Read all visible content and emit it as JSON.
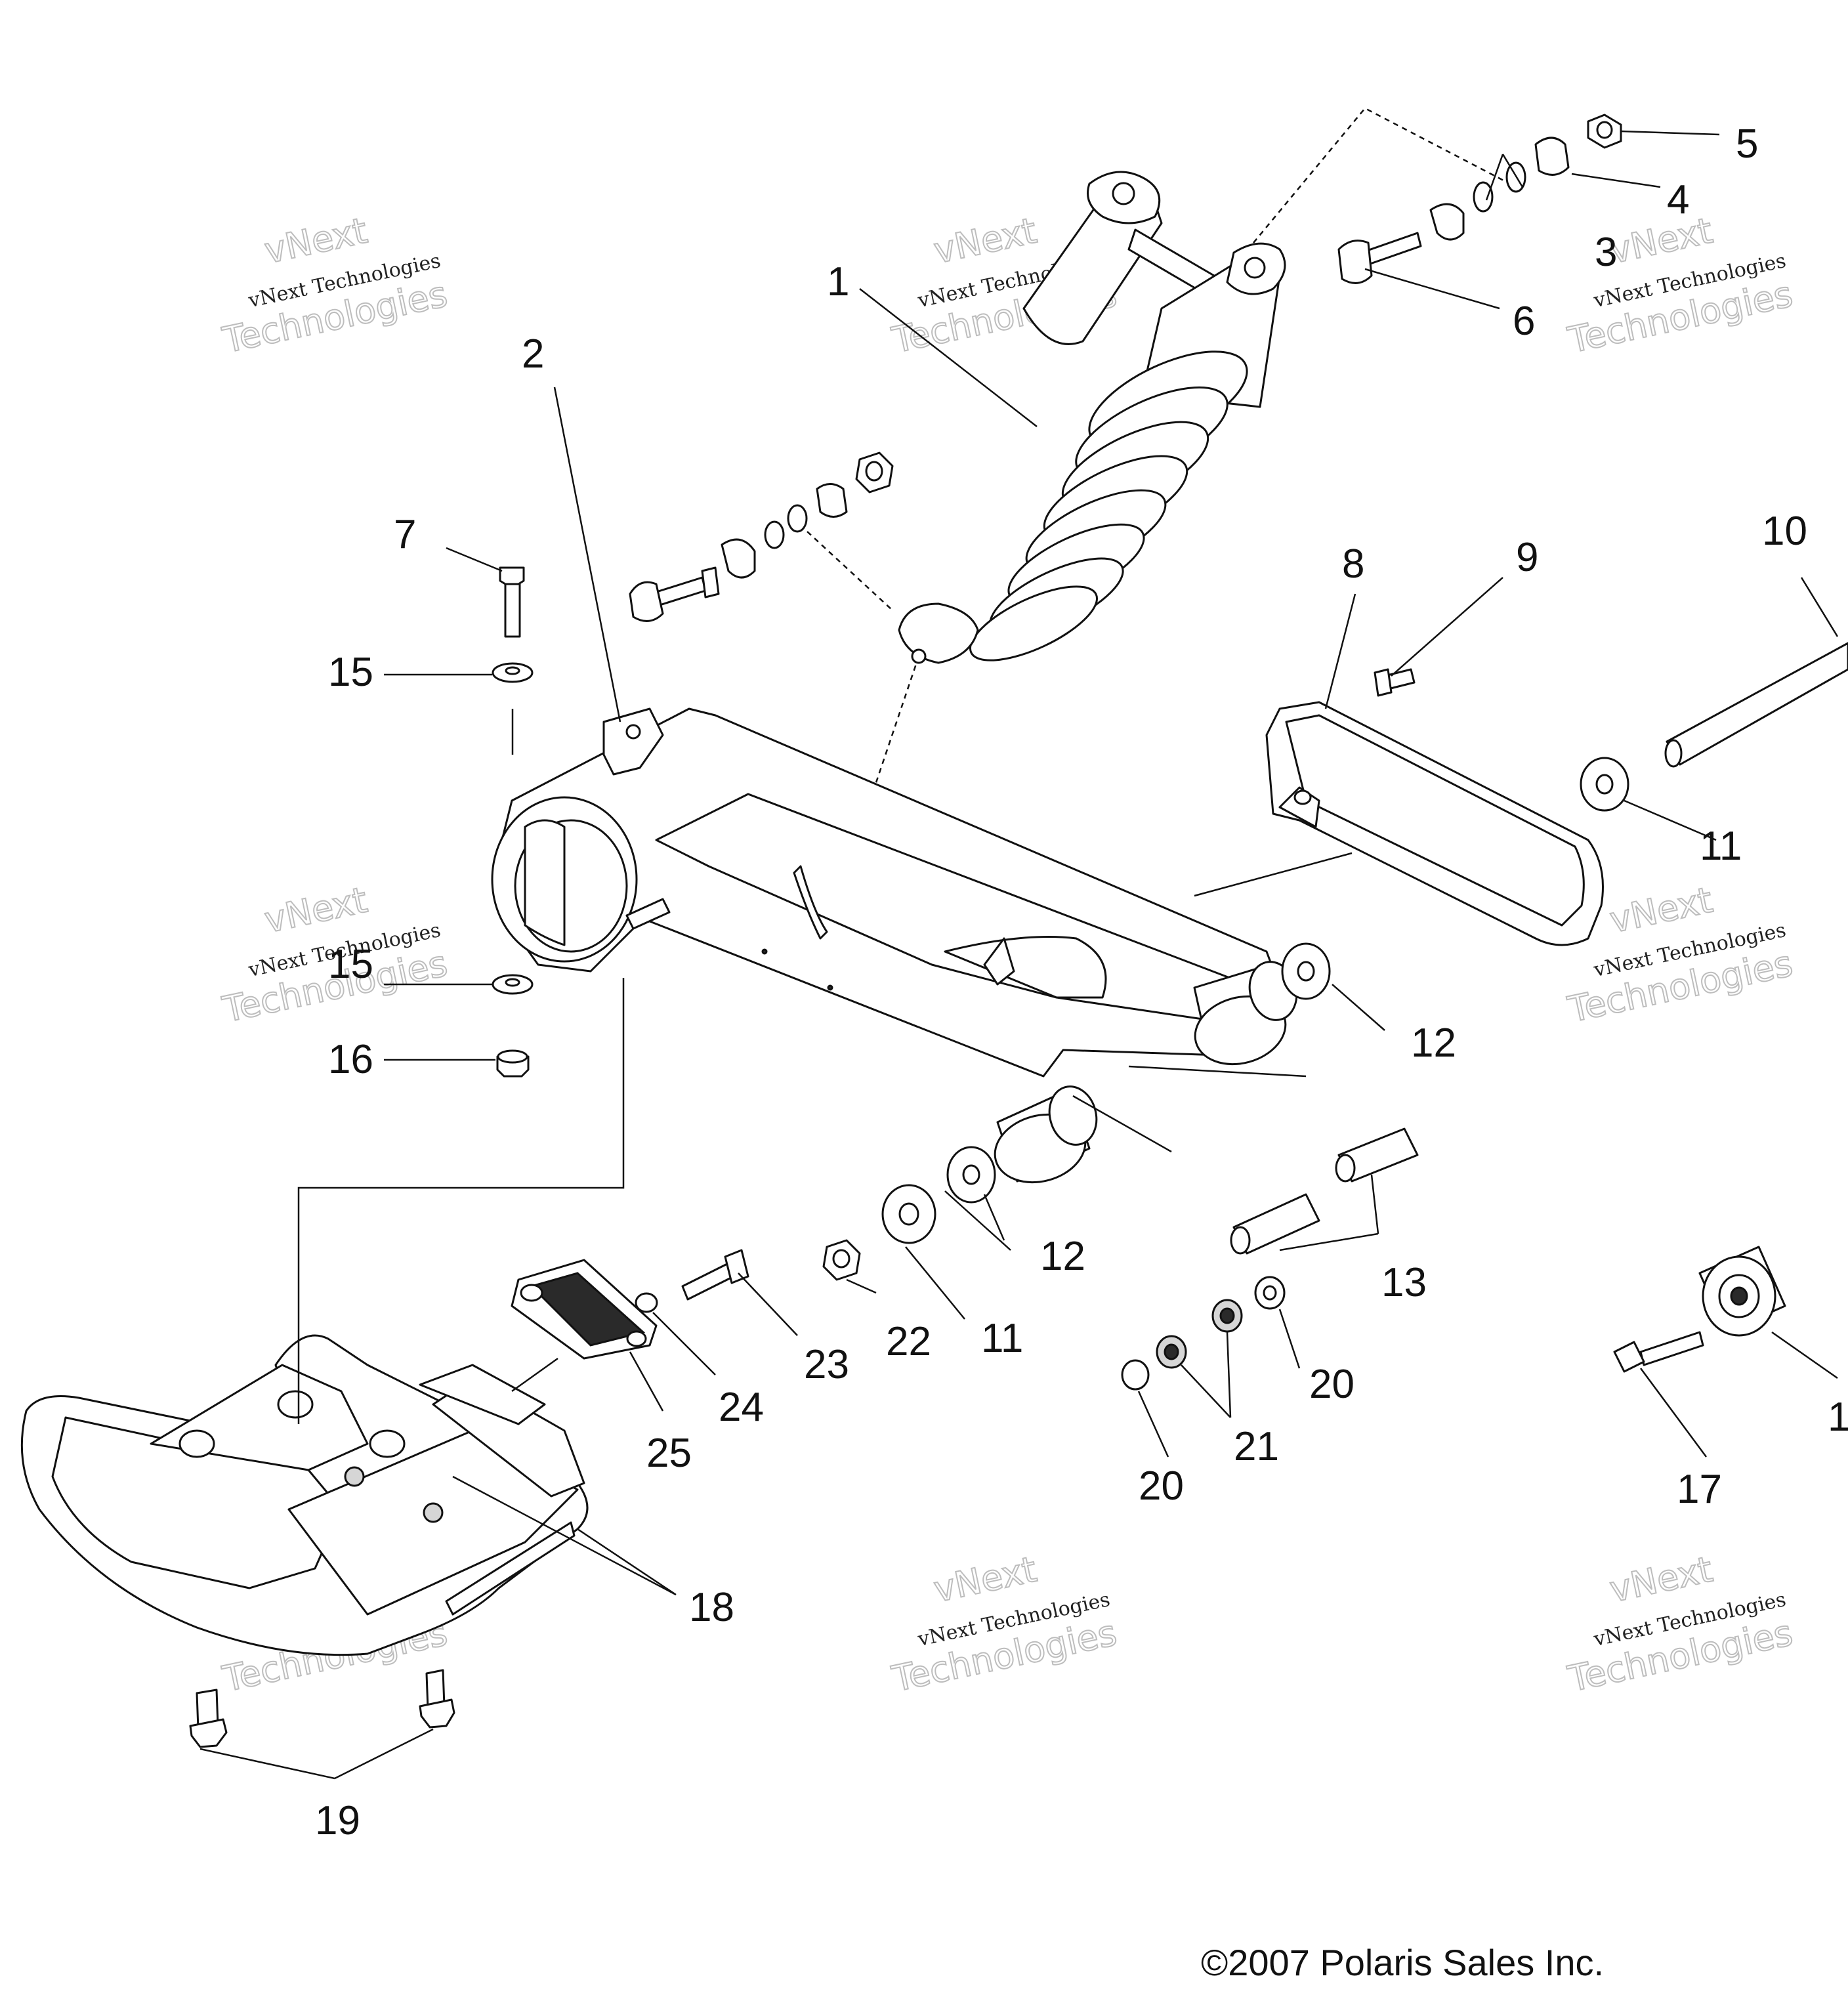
{
  "callouts": [
    {
      "id": "c1",
      "text": "1"
    },
    {
      "id": "c2",
      "text": "2"
    },
    {
      "id": "c3",
      "text": "3"
    },
    {
      "id": "c4",
      "text": "4"
    },
    {
      "id": "c5",
      "text": "5"
    },
    {
      "id": "c6",
      "text": "6"
    },
    {
      "id": "c7",
      "text": "7"
    },
    {
      "id": "c8",
      "text": "8"
    },
    {
      "id": "c9",
      "text": "9"
    },
    {
      "id": "c10",
      "text": "10"
    },
    {
      "id": "c11a",
      "text": "11"
    },
    {
      "id": "c11b",
      "text": "11"
    },
    {
      "id": "c12a",
      "text": "12"
    },
    {
      "id": "c12b",
      "text": "12"
    },
    {
      "id": "c13",
      "text": "13"
    },
    {
      "id": "c14",
      "text": "1"
    },
    {
      "id": "c15a",
      "text": "15"
    },
    {
      "id": "c15b",
      "text": "15"
    },
    {
      "id": "c16",
      "text": "16"
    },
    {
      "id": "c17",
      "text": "17"
    },
    {
      "id": "c18",
      "text": "18"
    },
    {
      "id": "c19",
      "text": "19"
    },
    {
      "id": "c20a",
      "text": "20"
    },
    {
      "id": "c20b",
      "text": "20"
    },
    {
      "id": "c21",
      "text": "21"
    },
    {
      "id": "c22",
      "text": "22"
    },
    {
      "id": "c23",
      "text": "23"
    },
    {
      "id": "c24",
      "text": "24"
    },
    {
      "id": "c25",
      "text": "25"
    }
  ],
  "watermark": {
    "line1": "vNext Technologies",
    "line2": "vNext",
    "line3": "Technologies"
  },
  "copyright": "©2007 Polaris Sales Inc."
}
